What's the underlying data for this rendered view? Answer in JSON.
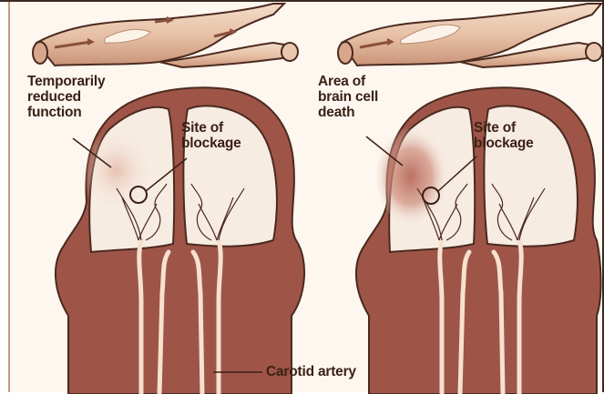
{
  "labels": {
    "left_region": "Temporarily\nreduced\nfunction",
    "left_blockage": "Site of\nblockage",
    "right_region": "Area of\nbrain cell\ndeath",
    "right_blockage": "Site of\nblockage",
    "carotid": "Carotid artery"
  },
  "colors": {
    "head": "#9e5548",
    "brain": "#f7ece2",
    "artery_fill": "#e9c7ad",
    "vessel": "#f6e1ce",
    "text": "#3b2016"
  },
  "icons": {
    "left_artery": "blocked-artery-icon",
    "right_artery": "blocked-artery-icon"
  }
}
